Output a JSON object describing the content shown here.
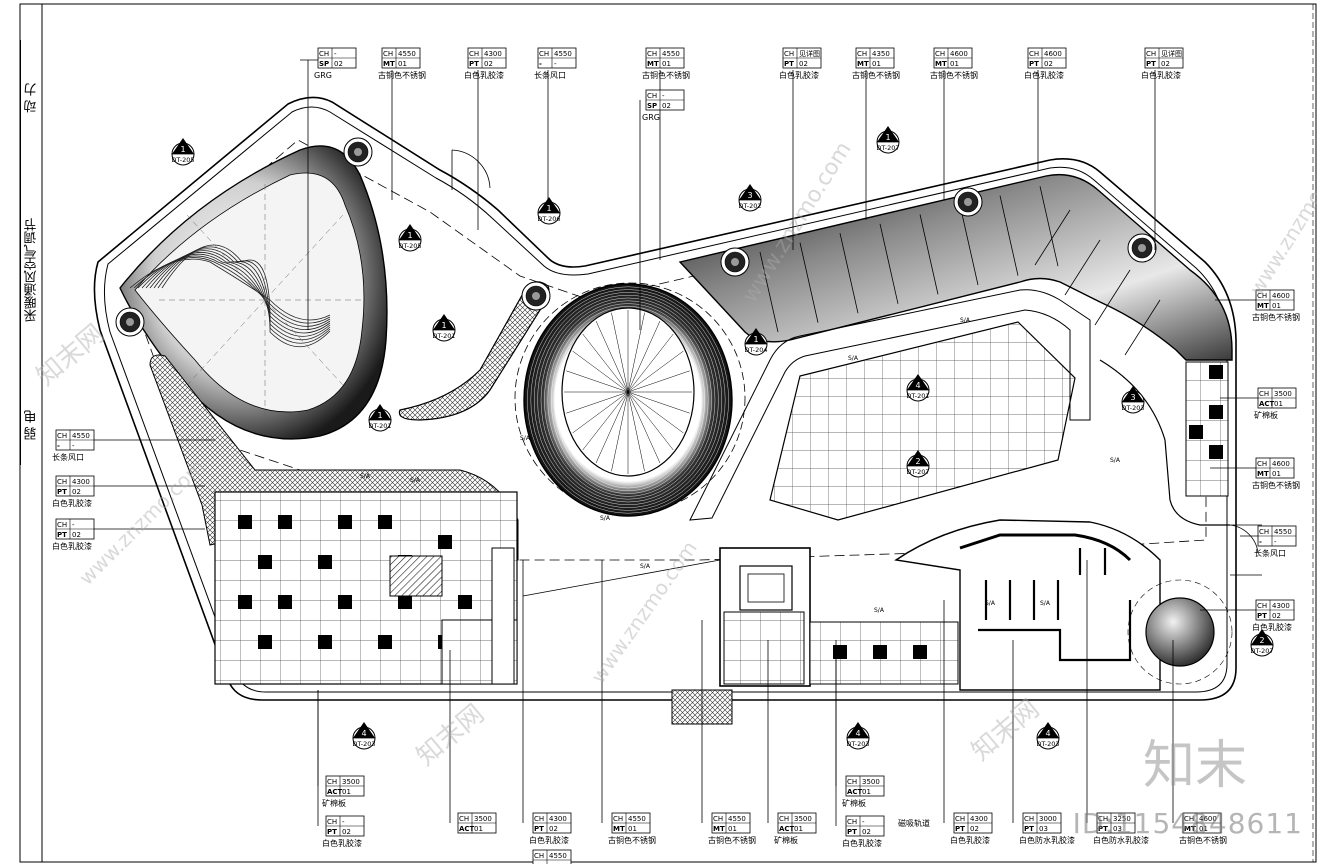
{
  "side_labels": [
    "动 力",
    "采暖通风空气调节",
    "弱 电"
  ],
  "watermark": {
    "brand_text": "知末",
    "id_text": "ID:1154848611",
    "site_text": "www.znzmo.com",
    "cn_text": "知末网"
  },
  "callout_tags": [
    {
      "t": "CH",
      "b": "-",
      "t2": "SP",
      "b2": "02",
      "desc": "GRG"
    },
    {
      "t": "CH",
      "b": "4550",
      "t2": "MT",
      "b2": "01",
      "desc": "古铜色不锈钢"
    },
    {
      "t": "CH",
      "b": "4300",
      "t2": "PT",
      "b2": "02",
      "desc": "白色乳胶漆"
    },
    {
      "t": "CH",
      "b": "4550",
      "t2": "-",
      "b2": "-",
      "desc": "长条风口"
    },
    {
      "t": "CH",
      "b": "4550",
      "t2": "MT",
      "b2": "01",
      "desc": "古铜色不锈钢"
    },
    {
      "t": "CH",
      "b": "-",
      "t2": "SP",
      "b2": "02",
      "desc": "GRG"
    },
    {
      "t": "CH",
      "b": "见详图",
      "t2": "PT",
      "b2": "02",
      "desc": "白色乳胶漆"
    },
    {
      "t": "CH",
      "b": "4350",
      "t2": "MT",
      "b2": "01",
      "desc": "古铜色不锈钢"
    },
    {
      "t": "CH",
      "b": "4600",
      "t2": "MT",
      "b2": "01",
      "desc": "古铜色不锈钢"
    },
    {
      "t": "CH",
      "b": "4600",
      "t2": "PT",
      "b2": "02",
      "desc": "白色乳胶漆"
    },
    {
      "t": "CH",
      "b": "见详图",
      "t2": "PT",
      "b2": "02",
      "desc": "白色乳胶漆"
    },
    {
      "t": "CH",
      "b": "4600",
      "t2": "MT",
      "b2": "01",
      "desc": "古铜色不锈钢"
    },
    {
      "t": "CH",
      "b": "3500",
      "t2": "ACT",
      "b2": "01",
      "desc": "矿棉板"
    },
    {
      "t": "CH",
      "b": "4600",
      "t2": "MT",
      "b2": "01",
      "desc": "古铜色不锈钢"
    },
    {
      "t": "CH",
      "b": "4550",
      "t2": "-",
      "b2": "-",
      "desc": "长条风口"
    },
    {
      "t": "CH",
      "b": "4300",
      "t2": "PT",
      "b2": "02",
      "desc": "白色乳胶漆"
    },
    {
      "t": "CH",
      "b": "4550",
      "t2": "-",
      "b2": "-",
      "desc": "长条风口"
    },
    {
      "t": "CH",
      "b": "4300",
      "t2": "PT",
      "b2": "02",
      "desc": "白色乳胶漆"
    },
    {
      "t": "CH",
      "b": "-",
      "t2": "PT",
      "b2": "02",
      "desc": "白色乳胶漆"
    },
    {
      "t": "CH",
      "b": "3500",
      "t2": "ACT",
      "b2": "01",
      "desc": "矿棉板"
    },
    {
      "t": "CH",
      "b": "-",
      "t2": "PT",
      "b2": "02",
      "desc": "白色乳胶漆"
    },
    {
      "t": "CH",
      "b": "3500",
      "t2": "ACT",
      "b2": "01",
      "desc": ""
    },
    {
      "t": "CH",
      "b": "4300",
      "t2": "PT",
      "b2": "02",
      "desc": "白色乳胶漆"
    },
    {
      "t": "CH",
      "b": "4550",
      "t2": "MT",
      "b2": "01",
      "desc": "古铜色不锈钢"
    },
    {
      "t": "CH",
      "b": "4550",
      "t2": "MT",
      "b2": "01",
      "desc": "古铜色不锈钢"
    },
    {
      "t": "CH",
      "b": "3500",
      "t2": "ACT",
      "b2": "01",
      "desc": "矿棉板"
    },
    {
      "t": "CH",
      "b": "3500",
      "t2": "ACT",
      "b2": "01",
      "desc": "矿棉板"
    },
    {
      "t": "CH",
      "b": "-",
      "t2": "PT",
      "b2": "02",
      "desc": "白色乳胶漆"
    },
    {
      "t": "CH",
      "b": "4300",
      "t2": "PT",
      "b2": "02",
      "desc": "白色乳胶漆"
    },
    {
      "t": "CH",
      "b": "3000",
      "t2": "PT",
      "b2": "03",
      "desc": "白色防水乳胶漆"
    },
    {
      "t": "CH",
      "b": "3250",
      "t2": "PT",
      "b2": "03",
      "desc": "白色防水乳胶漆"
    },
    {
      "t": "CH",
      "b": "4600",
      "t2": "MT",
      "b2": "01",
      "desc": "古铜色不锈钢"
    },
    {
      "t": "CH",
      "b": "4550",
      "t2": "",
      "b2": "",
      "desc": ""
    }
  ],
  "free_notes": [
    "磁吸轨道"
  ],
  "detail_marks": [
    {
      "n": "1",
      "ref": "DT-205"
    },
    {
      "n": "1",
      "ref": "DT-206"
    },
    {
      "n": "1",
      "ref": "DT-205"
    },
    {
      "n": "1",
      "ref": "DT-201"
    },
    {
      "n": "1",
      "ref": "DT-201"
    },
    {
      "n": "3",
      "ref": "DT-202"
    },
    {
      "n": "1",
      "ref": "DT-207"
    },
    {
      "n": "1",
      "ref": "DT-204"
    },
    {
      "n": "4",
      "ref": "DT-201"
    },
    {
      "n": "2",
      "ref": "DT-207"
    },
    {
      "n": "3",
      "ref": "DT-203"
    },
    {
      "n": "2",
      "ref": "DT-207"
    },
    {
      "n": "4",
      "ref": "DT-203"
    },
    {
      "n": "4",
      "ref": "DT-203"
    },
    {
      "n": "4",
      "ref": "DT-203"
    }
  ],
  "level_tags": [
    "S/A"
  ]
}
